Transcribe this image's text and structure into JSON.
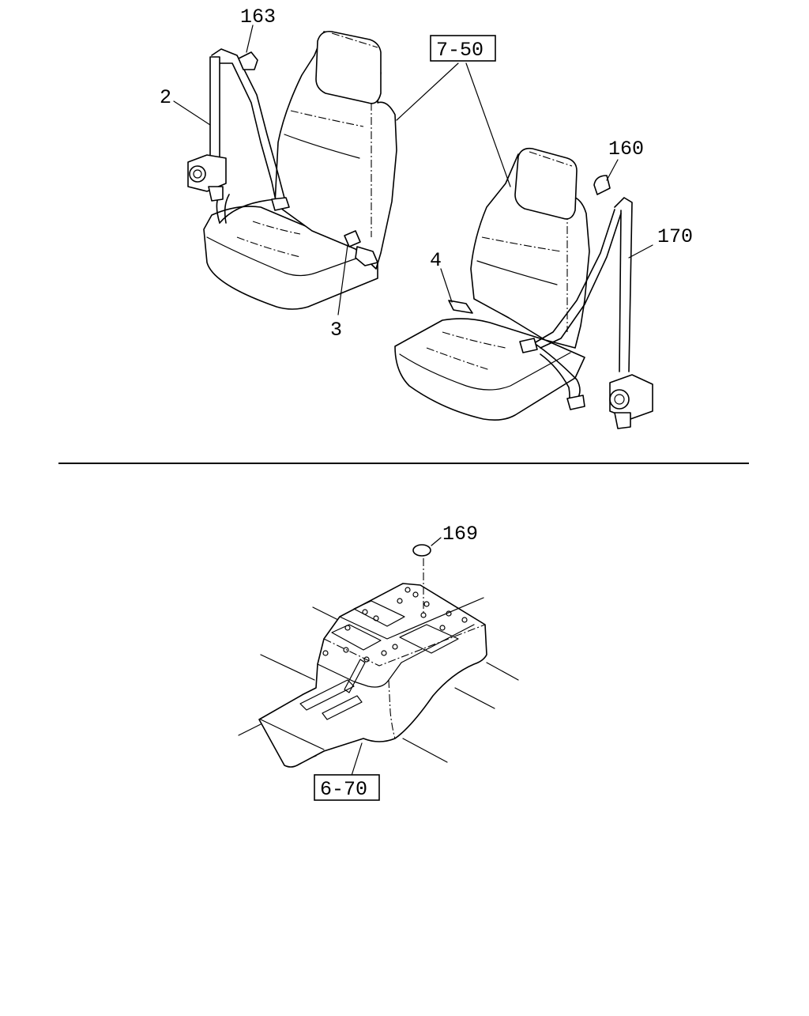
{
  "callouts": {
    "c163": "163",
    "c2": "2",
    "c3": "3",
    "c750": "7-50",
    "c160": "160",
    "c170": "170",
    "c4": "4",
    "c169": "169",
    "c670": "6-70"
  },
  "colors": {
    "line": "#000000",
    "background": "#ffffff"
  }
}
